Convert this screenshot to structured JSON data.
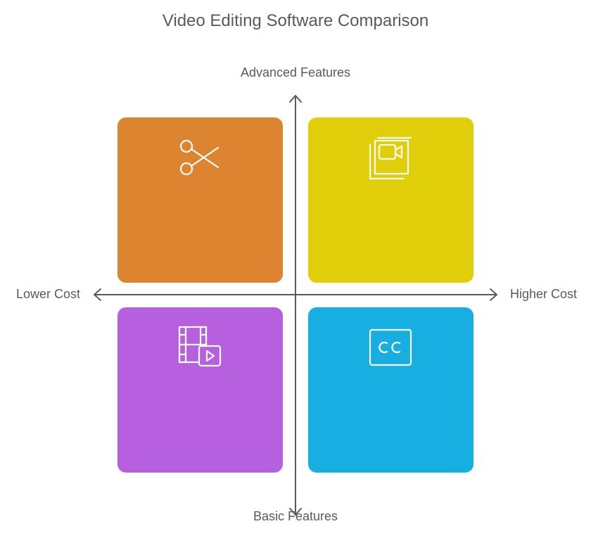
{
  "title": "Video Editing Software Comparison",
  "axes": {
    "top": "Advanced Features",
    "bottom": "Basic Features",
    "left": "Lower Cost",
    "right": "Higher Cost"
  },
  "quadrants": [
    {
      "position": "top-left",
      "icon": "scissors-icon",
      "color": "#DD8431"
    },
    {
      "position": "top-right",
      "icon": "video-layers-icon",
      "color": "#E1CE0A"
    },
    {
      "position": "bottom-left",
      "icon": "film-play-icon",
      "color": "#B660E0"
    },
    {
      "position": "bottom-right",
      "icon": "closed-captions-icon",
      "color": "#17AEE1"
    }
  ],
  "colors": {
    "axis": "#5a5a5a",
    "icon_stroke": "#ffffff"
  }
}
